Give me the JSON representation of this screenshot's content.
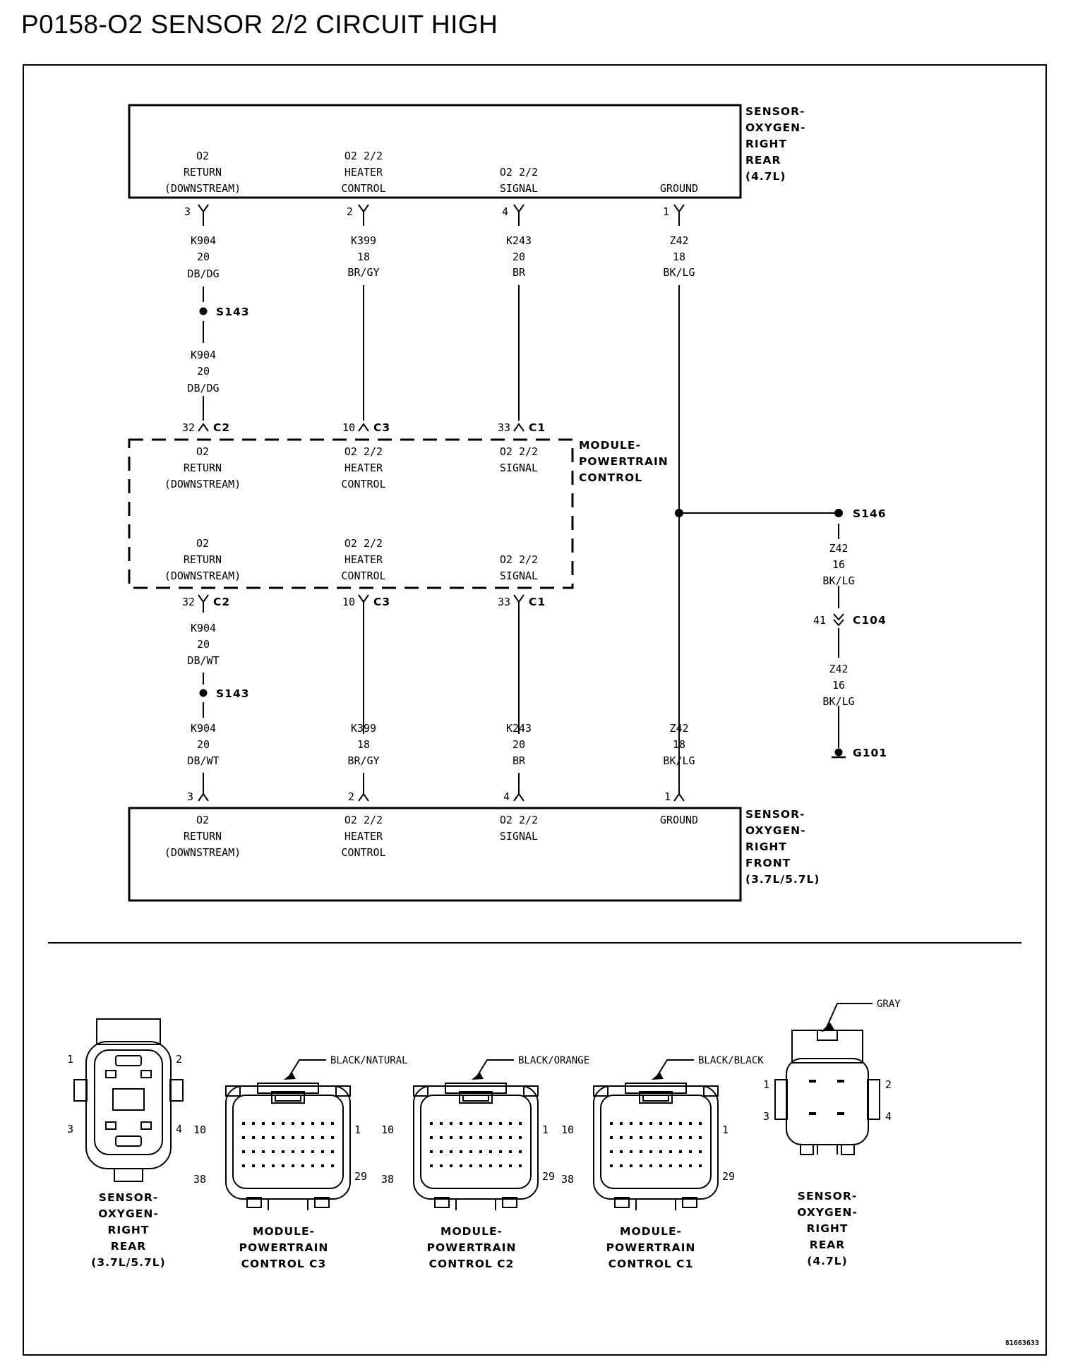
{
  "title": "P0158-O2 SENSOR 2/2 CIRCUIT HIGH",
  "components": {
    "sensor_rear": [
      "SENSOR-",
      "OXYGEN-",
      "RIGHT",
      "REAR",
      "(4.7L)"
    ],
    "pcm": [
      "MODULE-",
      "POWERTRAIN",
      "CONTROL"
    ],
    "sensor_front": [
      "SENSOR-",
      "OXYGEN-",
      "RIGHT",
      "FRONT",
      "(3.7L/5.7L)"
    ]
  },
  "pins": {
    "o2_return": [
      "O2",
      "RETURN",
      "(DOWNSTREAM)"
    ],
    "heater_control": [
      "O2 2/2",
      "HEATER",
      "CONTROL"
    ],
    "signal": [
      "O2 2/2",
      "SIGNAL"
    ],
    "ground": "GROUND"
  },
  "wires": {
    "k904_dbdg": [
      "K904",
      "20",
      "DB/DG"
    ],
    "k904_dbwt": [
      "K904",
      "20",
      "DB/WT"
    ],
    "k399": [
      "K399",
      "18",
      "BR/GY"
    ],
    "k243": [
      "K243",
      "20",
      "BR"
    ],
    "z42_18": [
      "Z42",
      "18",
      "BK/LG"
    ],
    "z42_16": [
      "Z42",
      "16",
      "BK/LG"
    ]
  },
  "pin_numbers": {
    "ret": "3",
    "heat": "2",
    "sig": "4",
    "gnd": "1",
    "pcm_ret": "32",
    "pcm_heat": "10",
    "pcm_sig": "33",
    "c104": "41"
  },
  "connectors": {
    "c1": "C1",
    "c2": "C2",
    "c3": "C3",
    "c104": "C104"
  },
  "splices": {
    "s143": "S143",
    "s146": "S146",
    "g101": "G101"
  },
  "views": {
    "sensor_rear_37": {
      "caption": [
        "SENSOR-",
        "OXYGEN-",
        "RIGHT",
        "REAR",
        "(3.7L/5.7L)"
      ],
      "pins": [
        "1",
        "2",
        "3",
        "4"
      ]
    },
    "pcm_c3": {
      "caption": [
        "MODULE-",
        "POWERTRAIN",
        "CONTROL C3"
      ],
      "color": "BLACK/NATURAL",
      "pins": [
        "10",
        "1",
        "38",
        "29"
      ]
    },
    "pcm_c2": {
      "caption": [
        "MODULE-",
        "POWERTRAIN",
        "CONTROL C2"
      ],
      "color": "BLACK/ORANGE",
      "pins": [
        "10",
        "1",
        "38",
        "29"
      ]
    },
    "pcm_c1": {
      "caption": [
        "MODULE-",
        "POWERTRAIN",
        "CONTROL C1"
      ],
      "color": "BLACK/BLACK",
      "pins": [
        "10",
        "1",
        "38",
        "29"
      ]
    },
    "sensor_rear_47": {
      "caption": [
        "SENSOR-",
        "OXYGEN-",
        "RIGHT",
        "REAR",
        "(4.7L)"
      ],
      "color": "GRAY",
      "pins": [
        "1",
        "2",
        "3",
        "4"
      ]
    }
  },
  "figure_id": "81663633"
}
